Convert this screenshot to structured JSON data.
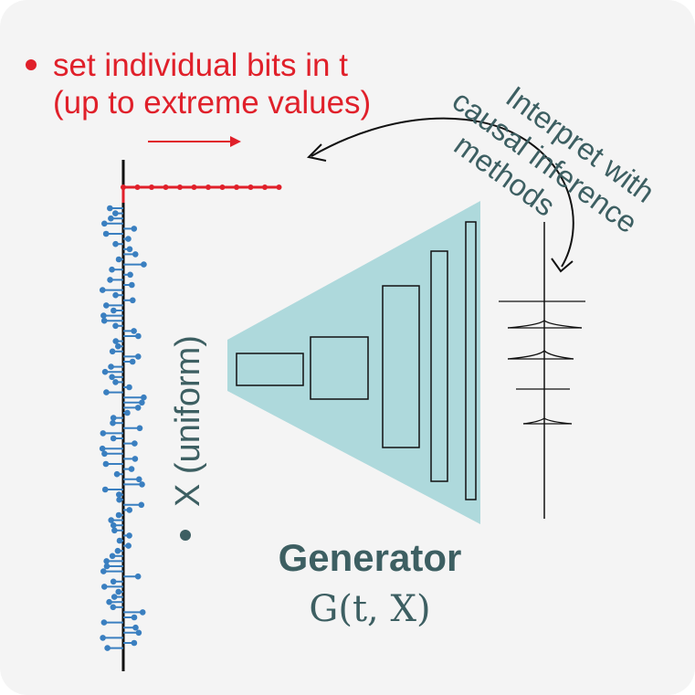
{
  "bullet_t": {
    "line1": "set individual bits in t",
    "line2": "(up to extreme values)"
  },
  "bullet_x": {
    "label": "X (uniform)"
  },
  "generator": {
    "title": "Generator",
    "formula": "G(t, X)"
  },
  "interpret": {
    "line1": "Interpret with",
    "line2": "causal inference",
    "line3": "methods"
  },
  "colors": {
    "red": "#e0202a",
    "blue": "#3a7fc0",
    "teal_text": "#3d5f62",
    "trapezoid": "#aed9dc",
    "card": "#f4f4f4"
  }
}
